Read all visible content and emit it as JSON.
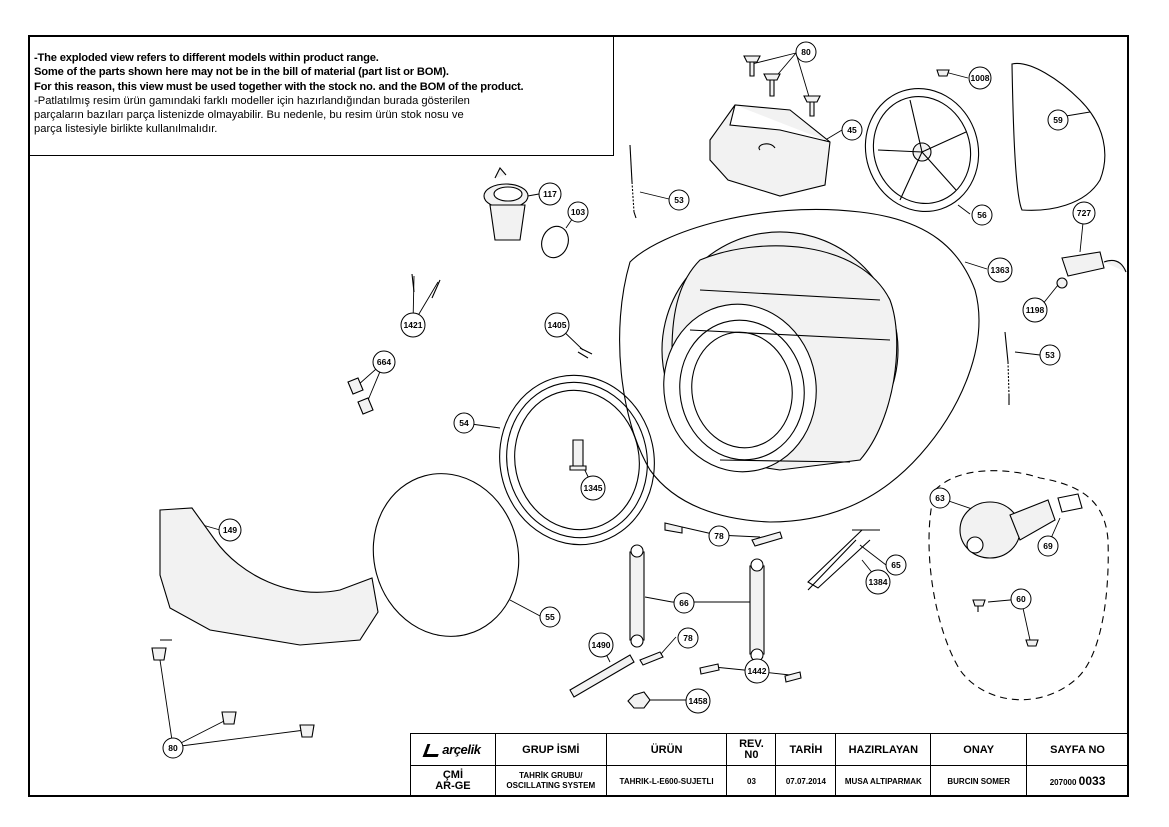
{
  "notes": {
    "en_lines": [
      "-The exploded view refers to different models within product range.",
      " Some of the parts shown here may not be in the bill of material (part list or BOM).",
      " For this reason, this view must be used together with the stock no. and the BOM of the product."
    ],
    "tr_lines": [
      "-Patlatılmış resim ürün gamındaki farklı modeller için hazırlandığından burada gösterilen",
      " parçaların bazıları parça listenizde olmayabilir. Bu nedenle, bu resim ürün stok nosu ve",
      " parça listesiyle birlikte kullanılmalıdır."
    ]
  },
  "callouts": [
    "80",
    "1008",
    "59",
    "45",
    "117",
    "53",
    "103",
    "56",
    "727",
    "1363",
    "1421",
    "1405",
    "1198",
    "53",
    "664",
    "54",
    "1345",
    "149",
    "63",
    "69",
    "78",
    "65",
    "1384",
    "66",
    "55",
    "60",
    "78",
    "1490",
    "1442",
    "1458",
    "80"
  ],
  "title_block": {
    "logo": "arçelik",
    "logo_icon": "arcelik-logo-icon",
    "cmi_line1": "ÇMİ",
    "cmi_line2": "AR-GE",
    "group_label": "GRUP İSMİ",
    "group_value_line1": "TAHRİK GRUBU/",
    "group_value_line2": "OSCILLATING SYSTEM",
    "product_label": "ÜRÜN",
    "product_value": "TAHRIK-L-E600-SUJETLI",
    "rev_label_line1": "REV.",
    "rev_label_line2": "N0",
    "rev_value": "03",
    "date_label": "TARİH",
    "date_value": "07.07.2014",
    "prepared_label": "HAZIRLAYAN",
    "prepared_value": "MUSA ALTIPARMAK",
    "approved_label": "ONAY",
    "approved_value": "BURCIN SOMER",
    "page_label": "SAYFA NO",
    "page_prefix": "207000",
    "page_number": "0033"
  }
}
